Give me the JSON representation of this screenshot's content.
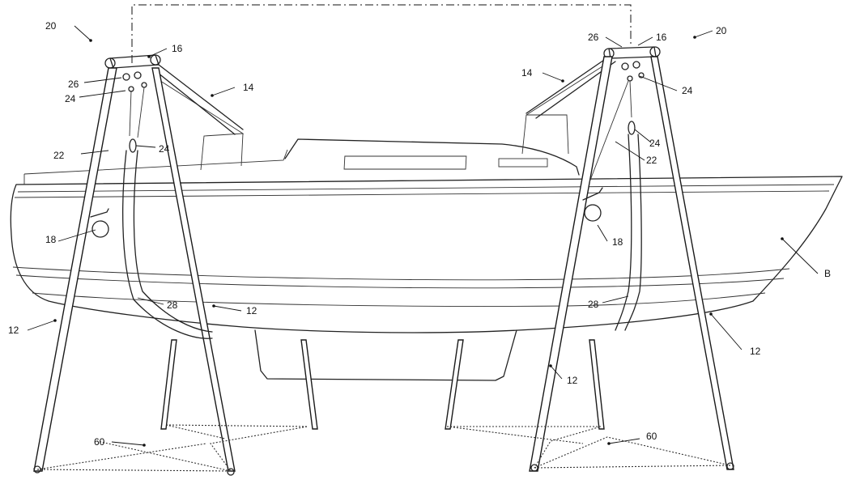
{
  "labels": {
    "l20a": "20",
    "l16a": "16",
    "l26a": "26",
    "l24a": "24",
    "l24b": "24",
    "l14a": "14",
    "l22a": "22",
    "l18a": "18",
    "l28a": "28",
    "l12a": "12",
    "l12b": "12",
    "l60a": "60",
    "l26b": "26",
    "l16b": "16",
    "l20b": "20",
    "l14b": "14",
    "l24c": "24",
    "l24d": "24",
    "l22b": "22",
    "l18b": "18",
    "lB": "B",
    "l28b": "28",
    "l12c": "12",
    "l12d": "12",
    "l60b": "60"
  },
  "colors": {
    "ink": "#222222",
    "paper": "#ffffff"
  }
}
